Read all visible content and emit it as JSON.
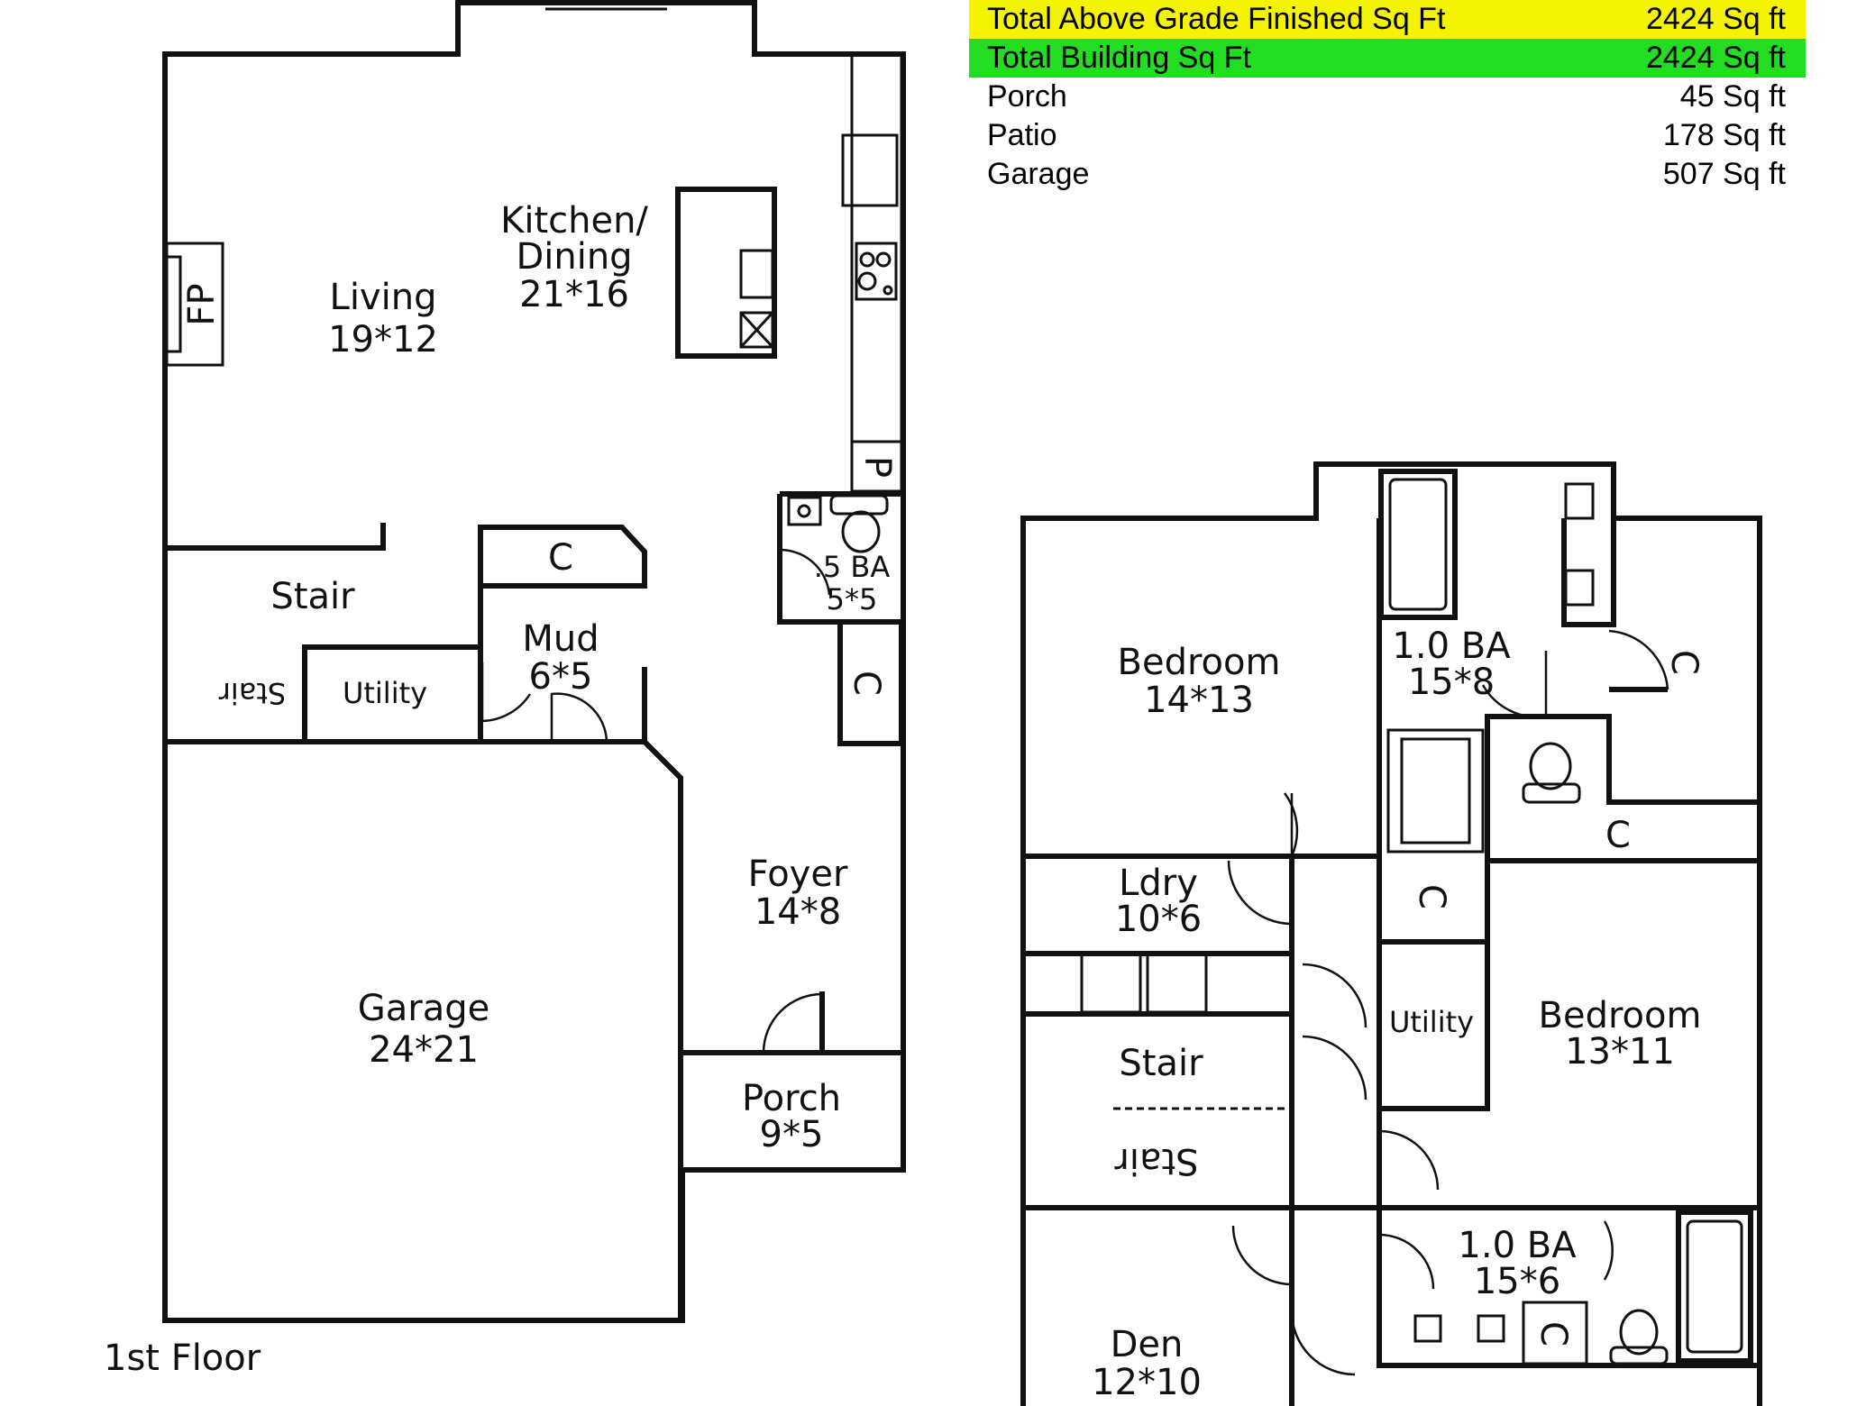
{
  "area_summary": [
    {
      "label": "Total Above Grade Finished Sq Ft",
      "value": "2424 Sq ft",
      "highlight": "#f4f400"
    },
    {
      "label": "Total Building Sq Ft",
      "value": "2424 Sq ft",
      "highlight": "#22dd22"
    },
    {
      "label": "Porch",
      "value": "45 Sq ft"
    },
    {
      "label": "Patio",
      "value": "178 Sq ft"
    },
    {
      "label": "Garage",
      "value": "507 Sq ft"
    }
  ],
  "first_floor": {
    "caption": "1st Floor",
    "rooms": {
      "living": {
        "name": "Living",
        "size": "19*12"
      },
      "kitchen": {
        "name": "Kitchen/",
        "name2": "Dining",
        "size": "21*16"
      },
      "fireplace": "FP",
      "pantry": "P",
      "half_bath": {
        "name": ".5 BA",
        "size": "5*5"
      },
      "closet_mud": "C",
      "closet_foyer": "C",
      "stair": "Stair",
      "stair_lower": "Stair",
      "utility": "Utility",
      "mud": {
        "name": "Mud",
        "size": "6*5"
      },
      "foyer": {
        "name": "Foyer",
        "size": "14*8"
      },
      "garage": {
        "name": "Garage",
        "size": "24*21"
      },
      "porch": {
        "name": "Porch",
        "size": "9*5"
      }
    }
  },
  "second_floor": {
    "rooms": {
      "bedroom1": {
        "name": "Bedroom",
        "size": "14*13"
      },
      "bath1": {
        "name": "1.0 BA",
        "size": "15*8"
      },
      "closet_c1": "C",
      "closet_c2": "C",
      "closet_c3": "C",
      "closet_c4": "C",
      "laundry": {
        "name": "Ldry",
        "size": "10*6"
      },
      "utility": "Utility",
      "stair": "Stair",
      "stair_lower": "Stair",
      "bedroom2": {
        "name": "Bedroom",
        "size": "13*11"
      },
      "bath2": {
        "name": "1.0 BA",
        "size": "15*6"
      },
      "den": {
        "name": "Den",
        "size": "12*10"
      }
    }
  }
}
